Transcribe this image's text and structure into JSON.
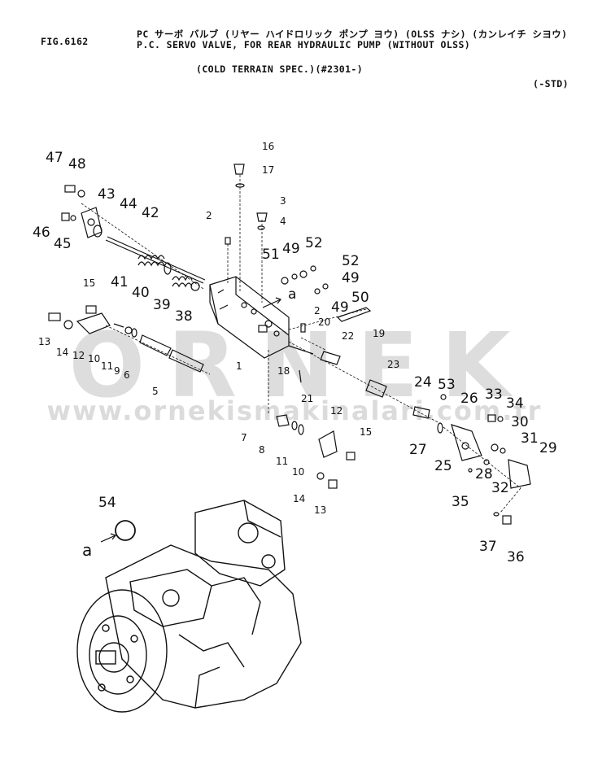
{
  "header": {
    "title_jp": "PC サーボ バルブ (リヤー ハイドロリック ポンプ ヨウ) (OLSS ナシ) (カンレイチ シヨウ)",
    "fig_no": "FIG.6162",
    "title_en": "P.C. SERVO VALVE, FOR REAR HYDRAULIC PUMP (WITHOUT OLSS)",
    "spec": "(COLD TERRAIN SPEC.)(#2301-)",
    "std": "(-STD)"
  },
  "watermark": {
    "logo": "ORNEK",
    "url": "www.ornekismakinalari.com.tr"
  },
  "callouts": {
    "c47": "47",
    "c48": "48",
    "c43": "43",
    "c44": "44",
    "c42": "42",
    "c46": "46",
    "c45": "45",
    "c16": "16",
    "c17": "17",
    "c3": "3",
    "c4": "4",
    "c2a": "2",
    "c51": "51",
    "c49a": "49",
    "c52a": "52",
    "c52b": "52",
    "c49b": "49",
    "c49c": "49",
    "c50": "50",
    "c41": "41",
    "c40": "40",
    "c39": "39",
    "c38": "38",
    "c15a": "15",
    "c13a": "13",
    "c14a": "14",
    "c12a": "12",
    "c10a": "10",
    "c11a": "11",
    "c9": "9",
    "c6": "6",
    "ca": "a",
    "c2b": "2",
    "c20": "20",
    "c19": "19",
    "c22": "22",
    "c1": "1",
    "c18": "18",
    "c23": "23",
    "c21": "21",
    "c5": "5",
    "c24": "24",
    "c53": "53",
    "c26": "26",
    "c33": "33",
    "c34": "34",
    "c30": "30",
    "c31": "31",
    "c29": "29",
    "c12b": "12",
    "c15b": "15",
    "c7": "7",
    "c8": "8",
    "c11b": "11",
    "c10b": "10",
    "c14b": "14",
    "c13b": "13",
    "c27": "27",
    "c25": "25",
    "c28": "28",
    "c32": "32",
    "c35": "35",
    "c54": "54",
    "ca2": "a",
    "c37": "37",
    "c36": "36"
  }
}
